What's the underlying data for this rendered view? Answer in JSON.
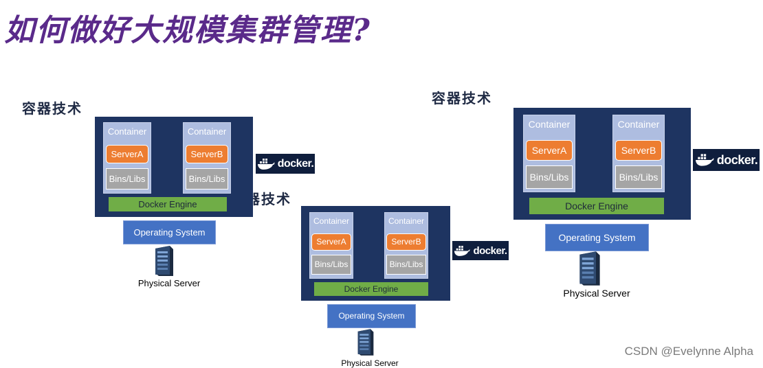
{
  "title": "如何做好大规模集群管理?",
  "stacks": [
    {
      "section_label": "容器技术",
      "containers": [
        {
          "label": "Container",
          "server": "ServerA",
          "libs": "Bins/Libs"
        },
        {
          "label": "Container",
          "server": "ServerB",
          "libs": "Bins/Libs"
        }
      ],
      "engine": "Docker Engine",
      "os": "Operating System",
      "server_caption": "Physical Server",
      "logo_text": "docker."
    },
    {
      "section_label": "容器技术",
      "containers": [
        {
          "label": "Container",
          "server": "ServerA",
          "libs": "Bins/Libs"
        },
        {
          "label": "Container",
          "server": "ServerB",
          "libs": "Bins/Libs"
        }
      ],
      "engine": "Docker Engine",
      "os": "Operating System",
      "server_caption": "Physical Server",
      "logo_text": "docker."
    },
    {
      "section_label": "容器技术",
      "containers": [
        {
          "label": "Container",
          "server": "ServerA",
          "libs": "Bins/Libs"
        },
        {
          "label": "Container",
          "server": "ServerB",
          "libs": "Bins/Libs"
        }
      ],
      "engine": "Docker Engine",
      "os": "Operating System",
      "server_caption": "Physical Server",
      "logo_text": "docker."
    }
  ],
  "watermark": "CSDN @Evelynne Alpha",
  "colors": {
    "engine_frame": "#1e3461",
    "container": "#aebde0",
    "server": "#ed7d31",
    "libs": "#a5a5a5",
    "docker_engine": "#70ad47",
    "operating_system": "#4472c4",
    "title": "#5a2a8a",
    "docker_logo_bg": "#0f1e3d",
    "docker_whale": "#2496ed"
  },
  "icons": {
    "server": "server-tower-icon",
    "docker": "docker-whale-icon"
  }
}
